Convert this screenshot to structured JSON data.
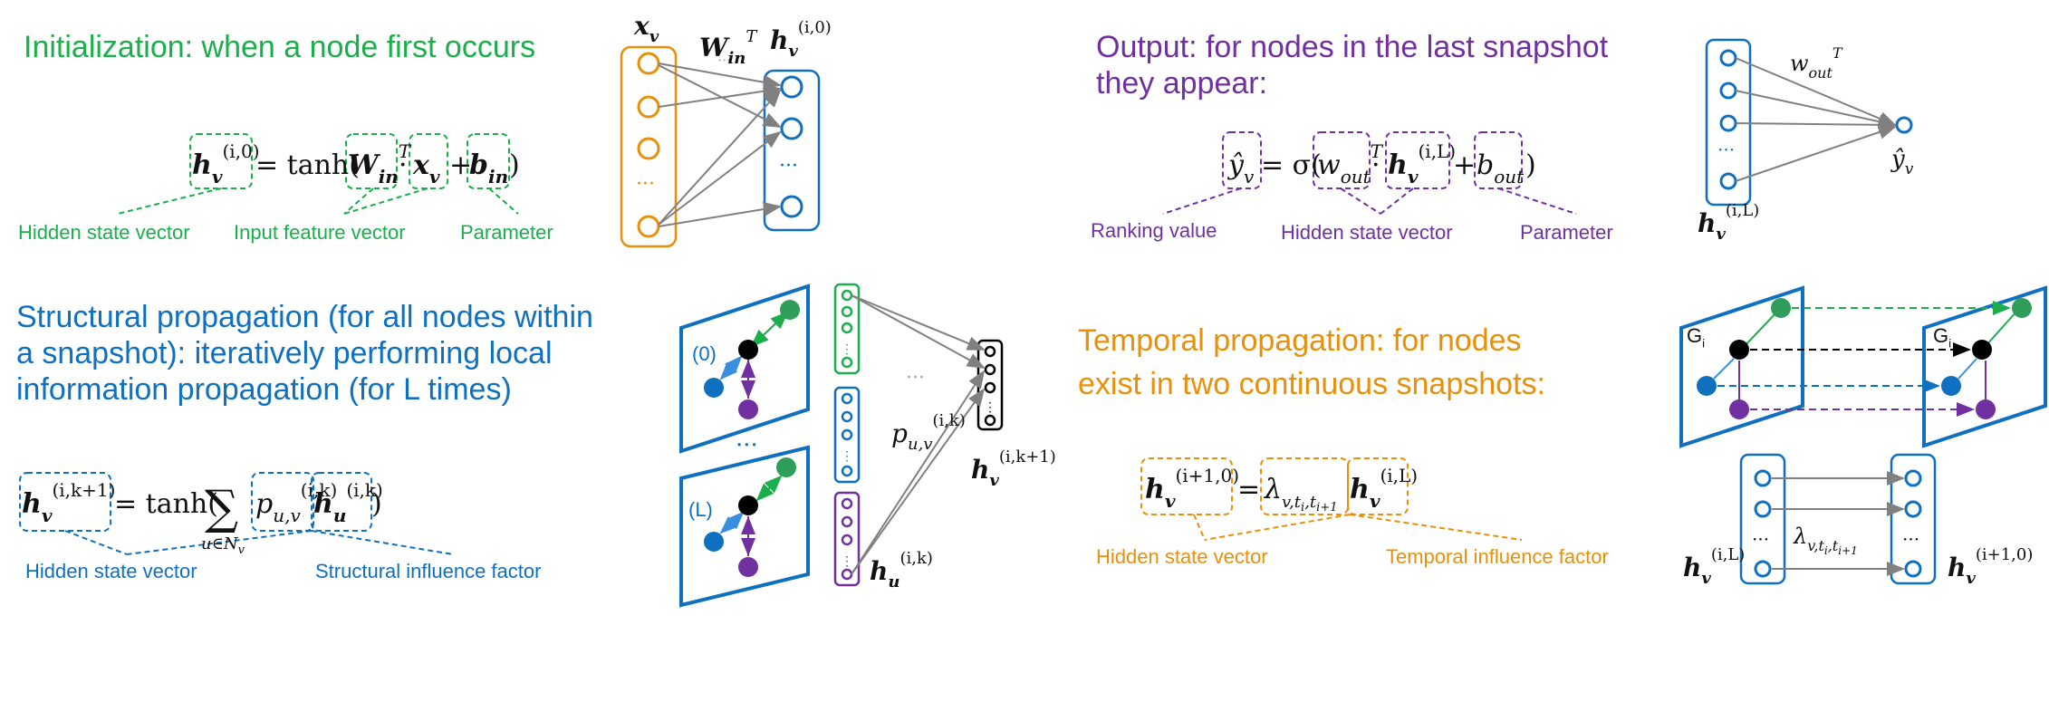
{
  "colors": {
    "green": "#1aaf4b",
    "purple": "#7030a0",
    "blue": "#1070c0",
    "orange": "#e8900a",
    "gray": "#808080",
    "black": "#000000"
  },
  "init": {
    "heading": "Initialization: when a node first occurs",
    "labels": [
      "Hidden state vector",
      "Input feature vector",
      "Parameter"
    ],
    "net_labels": {
      "input": "x_v",
      "weight": "W_in^T",
      "hidden": "h_v^(i,0)"
    }
  },
  "output": {
    "heading_line1": "Output: for nodes in the last snapshot",
    "heading_line2": "they appear:",
    "labels": [
      "Ranking value",
      "Hidden state vector",
      "Parameter"
    ],
    "net_labels": {
      "hidden": "h_v^(i,L)",
      "weight": "w_out^T",
      "output": "ŷ_v"
    }
  },
  "structural": {
    "heading_line1": "Structural propagation (for all nodes within",
    "heading_line2": "a snapshot): iteratively performing local",
    "heading_line3": "information propagation (for L times)",
    "labels": [
      "Hidden state vector",
      "Structural influence factor"
    ],
    "snapshot_labels": [
      "(0)",
      "(L)"
    ],
    "net_labels": {
      "p": "p_uv^(i,k)",
      "hu": "h_u^(i,k)",
      "hv": "h_v^(i,k+1)"
    }
  },
  "temporal": {
    "heading_line1": "Temporal propagation: for nodes",
    "heading_line2": "exist in two continuous snapshots:",
    "labels": [
      "Hidden state vector",
      "Temporal influence factor"
    ],
    "graph_labels": [
      "G",
      "G"
    ],
    "net_labels": {
      "left": "h_v^(i,L)",
      "right": "h_v^(i+1,0)",
      "lambda": "λ"
    }
  }
}
